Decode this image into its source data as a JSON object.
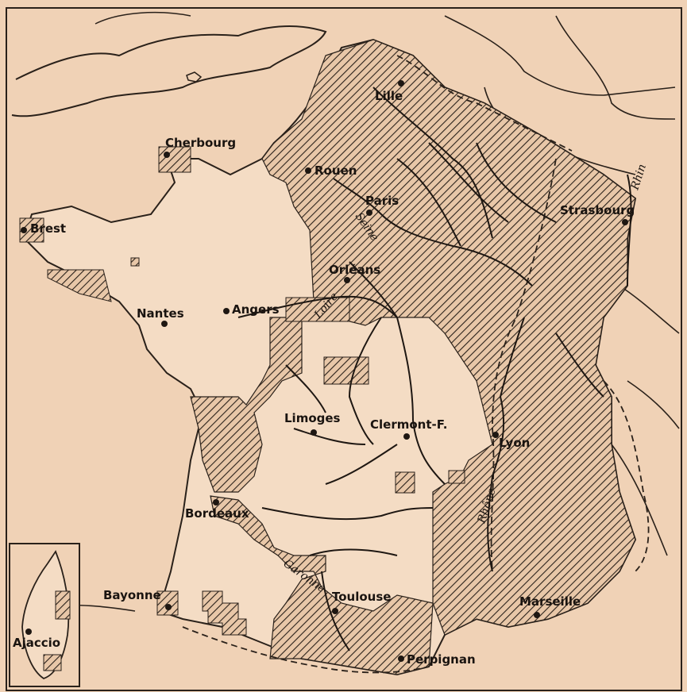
{
  "map": {
    "paper_color": "#f0d2b6",
    "ink_color": "#1e1712",
    "cities": [
      {
        "id": "lille",
        "name": "Lille"
      },
      {
        "id": "cherbourg",
        "name": "Cherbourg"
      },
      {
        "id": "rouen",
        "name": "Rouen"
      },
      {
        "id": "paris",
        "name": "Paris"
      },
      {
        "id": "strasbourg",
        "name": "Strasbourg"
      },
      {
        "id": "brest",
        "name": "Brest"
      },
      {
        "id": "orleans",
        "name": "Orléans"
      },
      {
        "id": "angers",
        "name": "Angers"
      },
      {
        "id": "nantes",
        "name": "Nantes"
      },
      {
        "id": "limoges",
        "name": "Limoges"
      },
      {
        "id": "clermont",
        "name": "Clermont-F."
      },
      {
        "id": "lyon",
        "name": "Lyon"
      },
      {
        "id": "bordeaux",
        "name": "Bordeaux"
      },
      {
        "id": "bayonne",
        "name": "Bayonne"
      },
      {
        "id": "toulouse",
        "name": "Toulouse"
      },
      {
        "id": "marseille",
        "name": "Marseille"
      },
      {
        "id": "perpignan",
        "name": "Perpignan"
      },
      {
        "id": "ajaccio",
        "name": "Ajaccio"
      }
    ],
    "rivers": [
      {
        "id": "seine",
        "name": "Seine"
      },
      {
        "id": "loire",
        "name": "Loire"
      },
      {
        "id": "rhone",
        "name": "Rhône"
      },
      {
        "id": "garonne",
        "name": "Garonne"
      },
      {
        "id": "rhin",
        "name": "Rhin"
      }
    ]
  }
}
